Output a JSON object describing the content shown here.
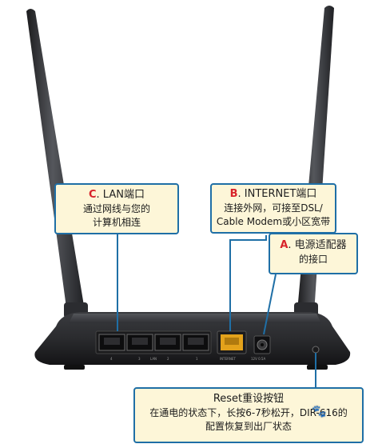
{
  "callouts": {
    "lan": {
      "letter": "C",
      "title": ". LAN端口",
      "lines": [
        "通过网线与您的",
        "计算机相连"
      ]
    },
    "internet": {
      "letter": "B",
      "title": ". INTERNET端口",
      "lines": [
        "连接外网，可接至DSL/",
        "Cable Modem或小区宽带"
      ]
    },
    "power": {
      "letter": "A",
      "title": ". 电源适配器",
      "lines": [
        "的接口"
      ]
    },
    "reset": {
      "title": "Reset重设按钮",
      "lines": [
        "在通电的状态下，长按6-7秒松开，DIR-616的",
        "配置恢复到出厂状态"
      ]
    }
  },
  "ports": {
    "lan_numbers": [
      "4",
      "3",
      "2",
      "1"
    ],
    "lan_label": "LAN",
    "internet_label": "INTERNET",
    "power_label": "12V 0.5A"
  },
  "colors": {
    "callout_border": "#1f6fa6",
    "callout_fill": "#fdf6d8",
    "letter_red": "#d8232a",
    "router_body": "#2a2b2e",
    "internet_port": "#e3a21b"
  },
  "icons": [
    "paw-watermark-icon"
  ]
}
